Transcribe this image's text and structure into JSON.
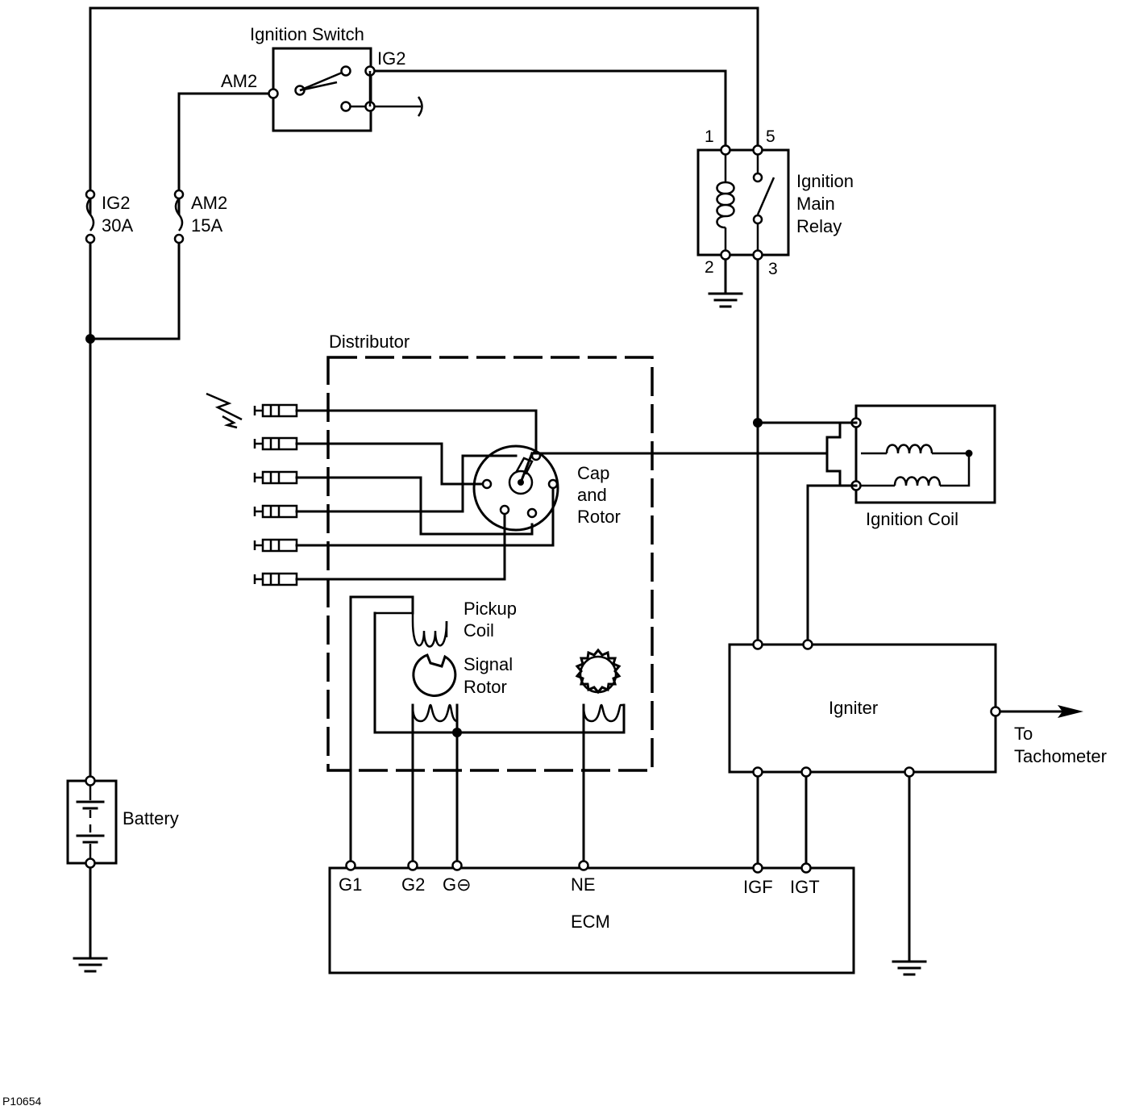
{
  "labels": {
    "ignition_switch": "Ignition Switch",
    "am2_switch": "AM2",
    "ig2_switch": "IG2",
    "fuse_ig2_name": "IG2",
    "fuse_ig2_rating": "30A",
    "fuse_am2_name": "AM2",
    "fuse_am2_rating": "15A",
    "relay_pin_1": "1",
    "relay_pin_5": "5",
    "relay_pin_2": "2",
    "relay_pin_3": "3",
    "relay_line1": "Ignition",
    "relay_line2": "Main",
    "relay_line3": "Relay",
    "distributor": "Distributor",
    "cap_line1": "Cap",
    "cap_line2": "and",
    "cap_line3": "Rotor",
    "ignition_coil": "Ignition Coil",
    "pickup_line1": "Pickup",
    "pickup_line2": "Coil",
    "signal_line1": "Signal",
    "signal_line2": "Rotor",
    "igniter": "Igniter",
    "tach_line1": "To",
    "tach_line2": "Tachometer",
    "battery": "Battery",
    "ecm": "ECM",
    "ecm_g1": "G1",
    "ecm_g2": "G2",
    "ecm_gneg": "G⊖",
    "ecm_ne": "NE",
    "ecm_igf": "IGF",
    "ecm_igt": "IGT",
    "figure_code": "P10654"
  }
}
